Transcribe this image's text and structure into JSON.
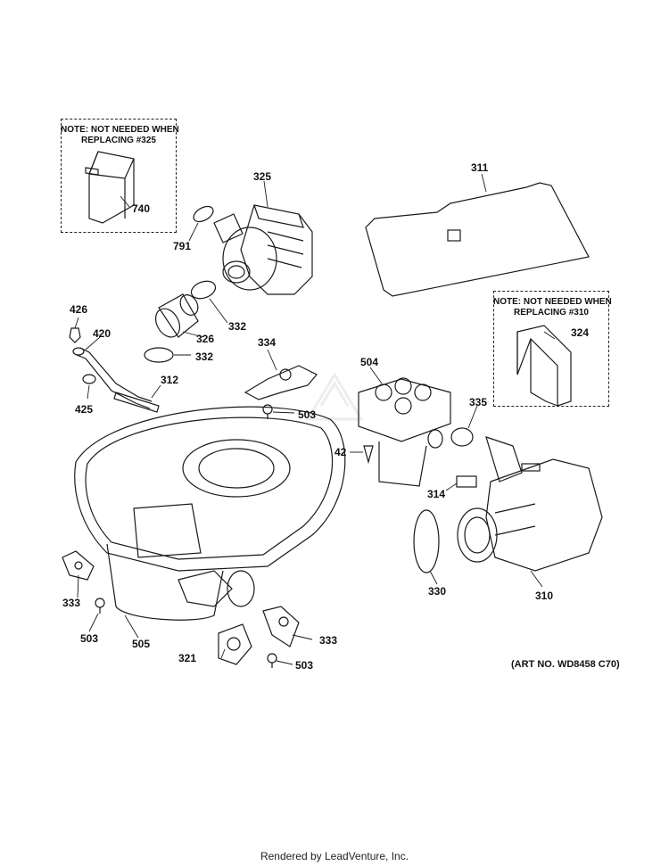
{
  "notes": {
    "left": [
      "NOTE: NOT NEEDED WHEN",
      "REPLACING #325"
    ],
    "right": [
      "NOTE: NOT NEEDED WHEN",
      "REPLACING #310"
    ]
  },
  "parts": {
    "p740": "740",
    "p325": "325",
    "p791": "791",
    "p311": "311",
    "p426": "426",
    "p420": "420",
    "p326": "326",
    "p332a": "332",
    "p332b": "332",
    "p324": "324",
    "p334": "334",
    "p312": "312",
    "p425": "425",
    "p504": "504",
    "p503a": "503",
    "p335": "335",
    "p42": "42",
    "p314": "314",
    "p330": "330",
    "p310": "310",
    "p333a": "333",
    "p503b": "503",
    "p505": "505",
    "p321": "321",
    "p333b": "333",
    "p503c": "503"
  },
  "art_number": "(ART NO. WD8458 C70)",
  "footer": "Rendered by LeadVenture, Inc."
}
